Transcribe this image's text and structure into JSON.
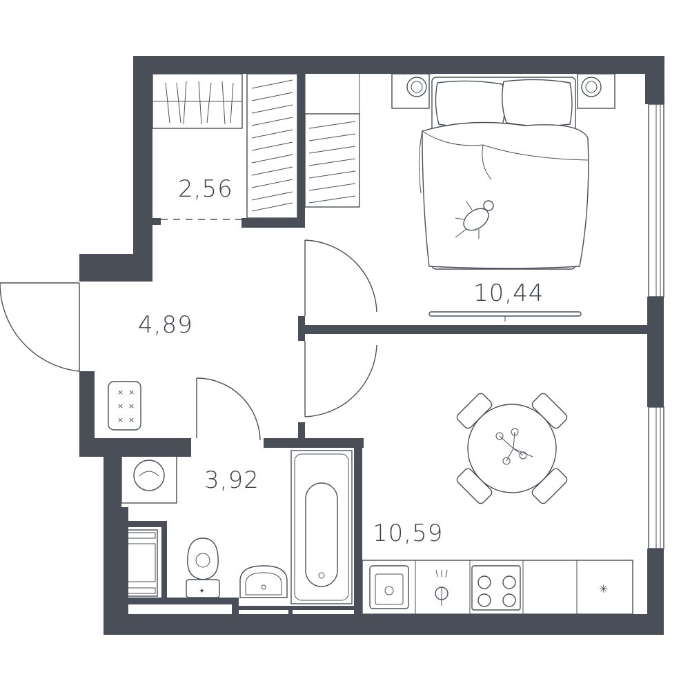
{
  "rooms": {
    "wardrobe": {
      "area": "2,56"
    },
    "hall": {
      "area": "4,89"
    },
    "bathroom": {
      "area": "3,92"
    },
    "bedroom": {
      "area": "10,44"
    },
    "kitchen": {
      "area": "10,59"
    }
  },
  "colors": {
    "wall": "#4a4e59",
    "line": "#4a4e59",
    "background": "#ffffff"
  },
  "icons": [
    "washer-icon",
    "toilet-icon",
    "sink-icon",
    "bathtub-icon",
    "stove-icon",
    "oven-icon",
    "faucet-icon",
    "bed-icon",
    "dining-table-icon",
    "wardrobe-icon",
    "shoe-rack-icon",
    "cat-icon"
  ]
}
